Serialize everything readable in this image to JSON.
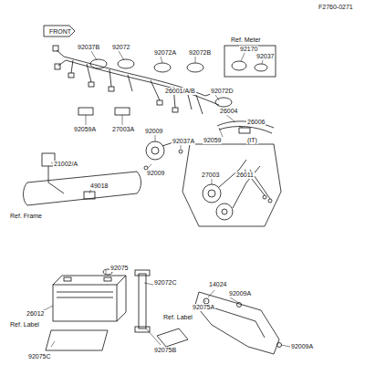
{
  "diagram": {
    "labels": [
      "F2760-0271",
      "FRONT",
      "92037B",
      "92072",
      "Ref. Meter",
      "92170",
      "92037",
      "92072A",
      "92072B",
      "26001/A/B",
      "92072D",
      "26004",
      "26006",
      "92059",
      "92059A",
      "27003A",
      "92009",
      "92037A",
      "(IT)",
      "92009",
      "27003",
      "26011",
      "21002/A",
      "49018",
      "Ref. Frame",
      "92075",
      "92072C",
      "14024",
      "92075A",
      "92009A",
      "26012",
      "Ref. Label",
      "Ref. Label",
      "92075C",
      "92075B",
      "92009A"
    ]
  }
}
